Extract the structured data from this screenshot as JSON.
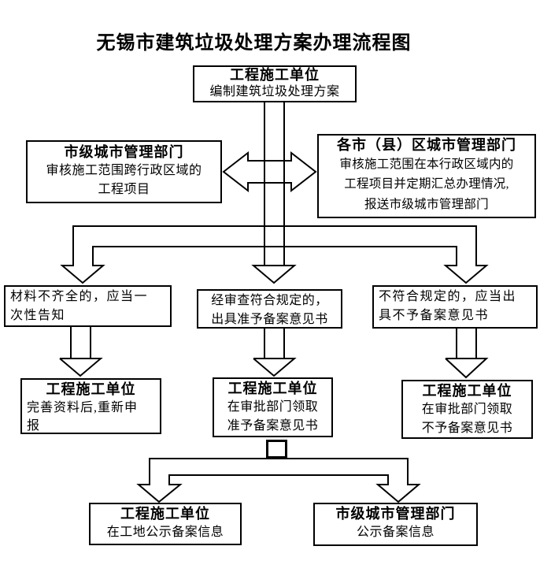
{
  "title": "无锡市建筑垃圾处理方案办理流程图",
  "nodes": {
    "start": {
      "heading": "工程施工单位",
      "body": "编制建筑垃圾处理方案"
    },
    "city_dept": {
      "heading": "市级城市管理部门",
      "body": "审核施工范围跨行政区域的\n工程项目"
    },
    "district_dept": {
      "heading": "各市（县）区城市管理部门",
      "body": "审核施工范围在本行政区域内的\n工程项目并定期汇总办理情况,\n报送市级城市管理部门"
    },
    "incomplete": {
      "body": "材料不齐全的，应当一\n次性告知"
    },
    "approved": {
      "body": "经审查符合规定的，\n出具准予备案意见书"
    },
    "rejected": {
      "body": "不符合规定的，应当出\n具不予备案意见书"
    },
    "resubmit": {
      "heading": "工程施工单位",
      "body": "完善资料后,重新申\n报"
    },
    "collect_approval": {
      "heading": "工程施工单位",
      "body": "在审批部门领取\n准予备案意见书"
    },
    "collect_rejection": {
      "heading": "工程施工单位",
      "body": "在审批部门领取\n不予备案意见书"
    },
    "site_publicity": {
      "heading": "工程施工单位",
      "body": "在工地公示备案信息"
    },
    "city_publicity": {
      "heading": "市级城市管理部门",
      "body": "公示备案信息"
    }
  },
  "flow": [
    {
      "from": "start",
      "to": "review",
      "type": "down-arrow"
    },
    {
      "from": "city_dept",
      "to": "district_dept",
      "type": "double-headed-arrow"
    },
    {
      "from": "review",
      "to": "incomplete",
      "type": "down-arrow"
    },
    {
      "from": "review",
      "to": "approved",
      "type": "down-arrow"
    },
    {
      "from": "review",
      "to": "rejected",
      "type": "down-arrow"
    },
    {
      "from": "incomplete",
      "to": "resubmit",
      "type": "down-arrow"
    },
    {
      "from": "approved",
      "to": "collect_approval",
      "type": "down-arrow"
    },
    {
      "from": "rejected",
      "to": "collect_rejection",
      "type": "down-arrow"
    },
    {
      "from": "collect_approval",
      "to": "site_publicity",
      "type": "down-arrow"
    },
    {
      "from": "collect_approval",
      "to": "city_publicity",
      "type": "down-arrow"
    }
  ],
  "colors": {
    "line": "#000000",
    "background": "#ffffff",
    "text": "#000000"
  }
}
